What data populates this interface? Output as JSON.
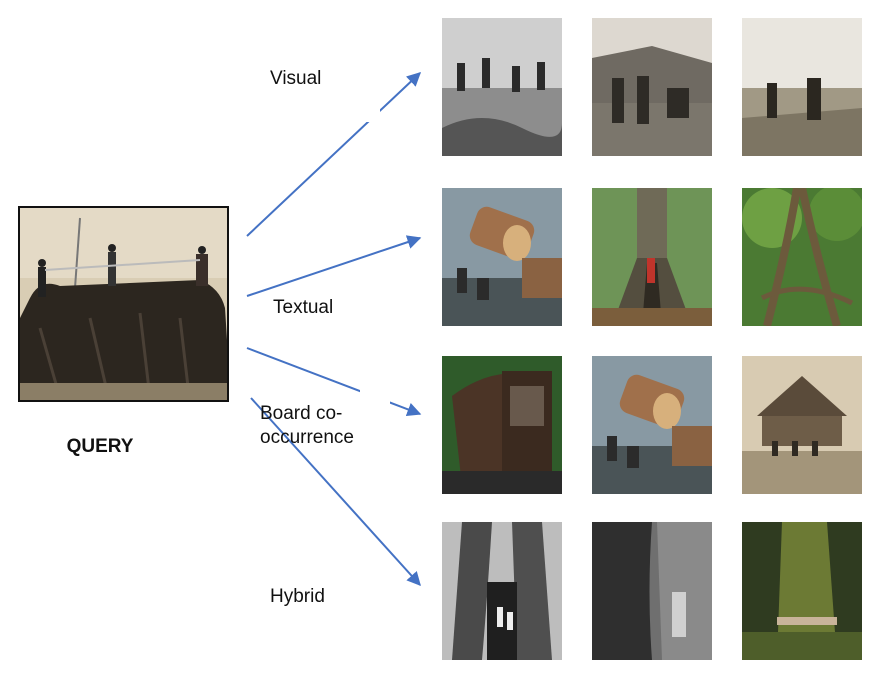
{
  "query": {
    "label": "QUERY"
  },
  "rows": [
    {
      "label": "Visual"
    },
    {
      "label": "Textual"
    },
    {
      "label": "Board co-\noccurrence"
    },
    {
      "label": "Hybrid"
    }
  ],
  "colors": {
    "arrow": "#4472c4",
    "text": "#111111"
  }
}
